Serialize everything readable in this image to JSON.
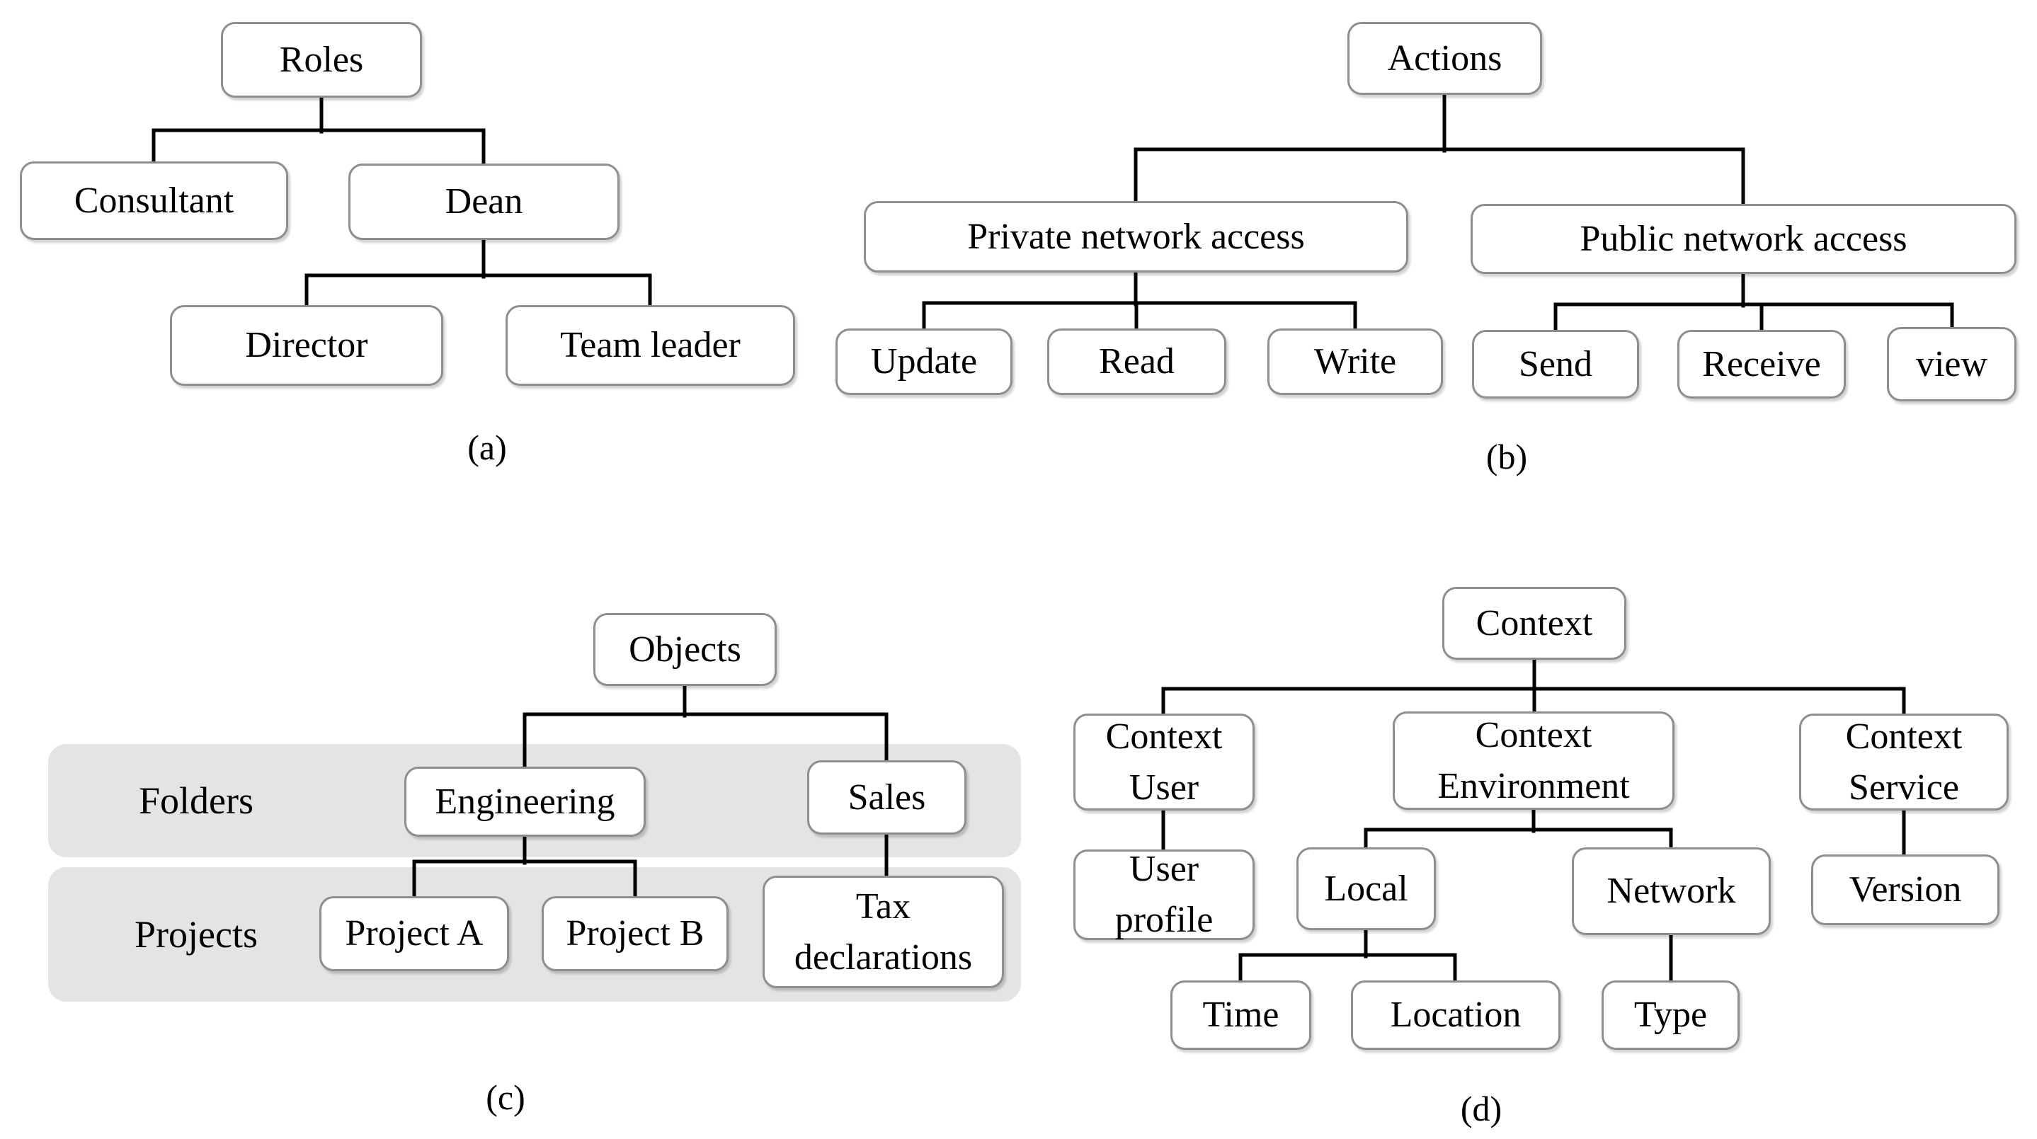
{
  "panels": {
    "a": {
      "caption": "(a)",
      "nodes": {
        "roles": "Roles",
        "consultant": "Consultant",
        "dean": "Dean",
        "director": "Director",
        "team_leader": "Team leader"
      },
      "hierarchy": {
        "Roles": [
          "Consultant",
          "Dean"
        ],
        "Dean": [
          "Director",
          "Team leader"
        ]
      }
    },
    "b": {
      "caption": "(b)",
      "nodes": {
        "actions": "Actions",
        "private": "Private network access",
        "public": "Public network access",
        "update": "Update",
        "read": "Read",
        "write": "Write",
        "send": "Send",
        "receive": "Receive",
        "view": "view"
      },
      "hierarchy": {
        "Actions": [
          "Private network access",
          "Public network access"
        ],
        "Private network access": [
          "Update",
          "Read",
          "Write"
        ],
        "Public network access": [
          "Send",
          "Receive",
          "view"
        ]
      }
    },
    "c": {
      "caption": "(c)",
      "row_labels": {
        "folders": "Folders",
        "projects": "Projects"
      },
      "nodes": {
        "objects": "Objects",
        "engineering": "Engineering",
        "sales": "Sales",
        "project_a": "Project A",
        "project_b": "Project B",
        "tax_declarations": "Tax declarations"
      },
      "hierarchy": {
        "Objects": [
          "Engineering",
          "Sales"
        ],
        "Engineering": [
          "Project A",
          "Project B"
        ],
        "Sales": [
          "Tax declarations"
        ]
      },
      "rows": [
        {
          "label": "Folders",
          "members": [
            "Engineering",
            "Sales"
          ]
        },
        {
          "label": "Projects",
          "members": [
            "Project A",
            "Project B",
            "Tax declarations"
          ]
        }
      ]
    },
    "d": {
      "caption": "(d)",
      "nodes": {
        "context": "Context",
        "context_user": "Context User",
        "context_environment": "Context Environment",
        "context_service": "Context Service",
        "user_profile": "User profile",
        "local": "Local",
        "network": "Network",
        "version": "Version",
        "time": "Time",
        "location": "Location",
        "type": "Type"
      },
      "hierarchy": {
        "Context": [
          "Context User",
          "Context Environment",
          "Context Service"
        ],
        "Context User": [
          "User profile"
        ],
        "Context Environment": [
          "Local",
          "Network"
        ],
        "Context Service": [
          "Version"
        ],
        "Local": [
          "Time",
          "Location"
        ],
        "Network": [
          "Type"
        ]
      }
    }
  },
  "colors": {
    "background": "#ffffff",
    "box_fill": "#ffffff",
    "box_border": "#8e8e8e",
    "connector_line": "#000000",
    "row_band": "#e4e4e4",
    "text": "#000000"
  }
}
